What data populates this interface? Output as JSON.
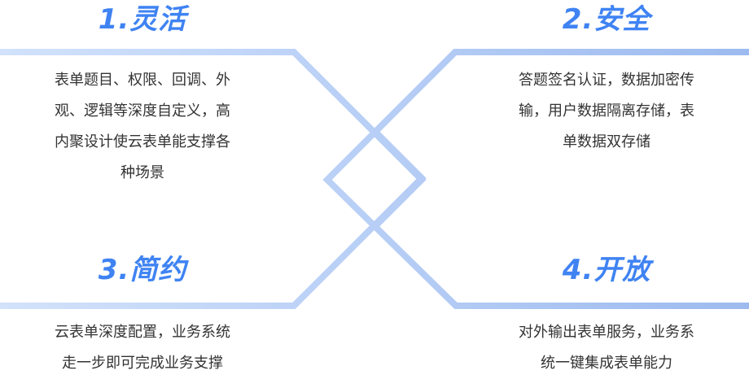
{
  "colors": {
    "accent": "#3f83f3",
    "line_light": "#cfe0fb",
    "line_dark": "#9bbaf0",
    "text": "#333333"
  },
  "sections": [
    {
      "title": "1.灵活",
      "lines": [
        "表单题目、权限、回调、外",
        "观、逻辑等深度自定义，高",
        "内聚设计使云表单能支撑各",
        "种场景"
      ]
    },
    {
      "title": "2.安全",
      "lines": [
        "答题签名认证，数据加密传",
        "输，用户数据隔离存储，表",
        "单数据双存储"
      ]
    },
    {
      "title": "3.简约",
      "lines": [
        "云表单深度配置，业务系统",
        "走一步即可完成业务支撑"
      ]
    },
    {
      "title": "4.开放",
      "lines": [
        "对外输出表单服务，业务系",
        "统一键集成表单能力"
      ]
    }
  ]
}
